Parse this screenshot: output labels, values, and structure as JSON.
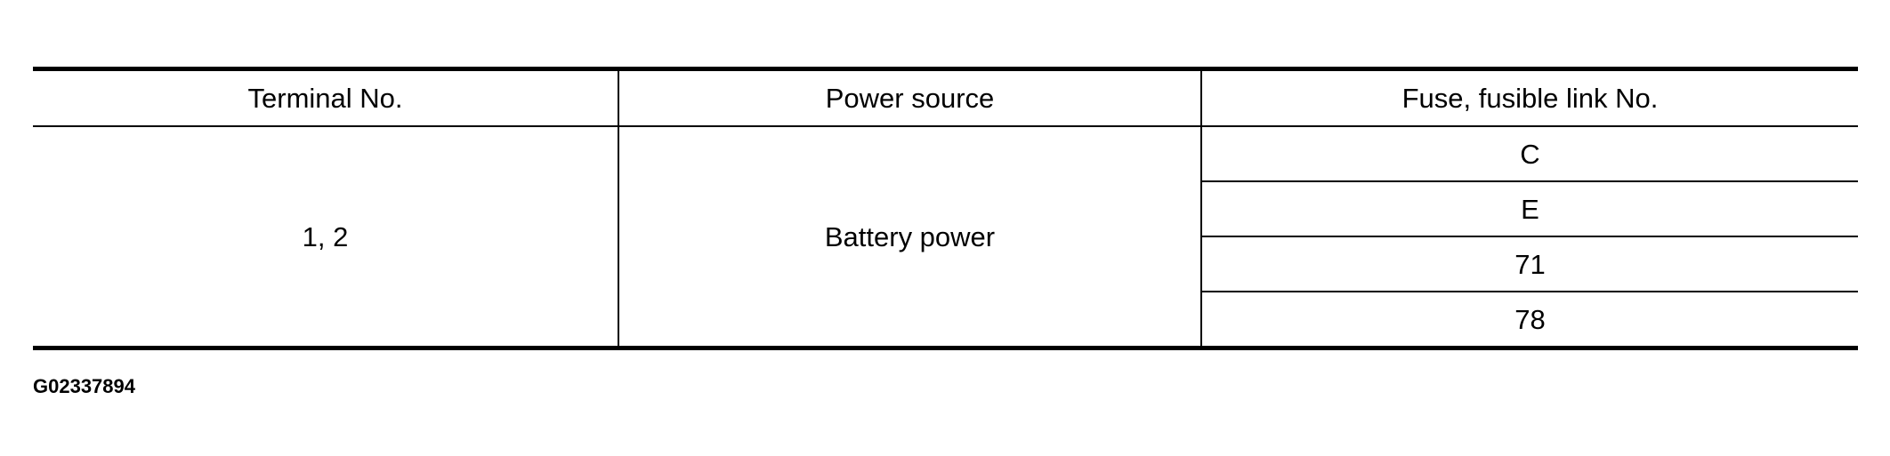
{
  "table": {
    "headers": [
      "Terminal No.",
      "Power source",
      "Fuse, fusible link No."
    ],
    "rows": {
      "terminal": "1, 2",
      "power_source": "Battery power",
      "fuses": [
        "C",
        "E",
        "71",
        "78"
      ]
    }
  },
  "figure_id": "G02337894"
}
